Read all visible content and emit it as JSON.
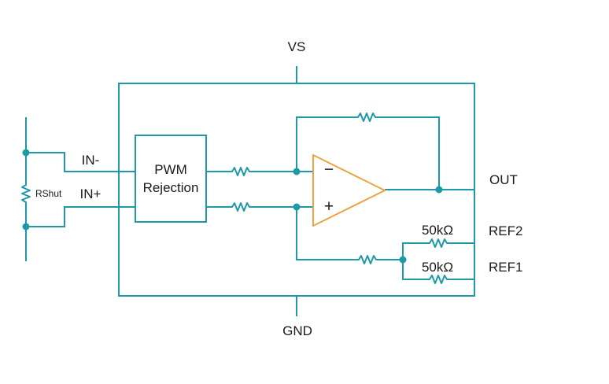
{
  "diagram": {
    "pins": {
      "vs": "VS",
      "gnd": "GND",
      "in_minus": "IN-",
      "in_plus": "IN+",
      "out": "OUT",
      "ref2": "REF2",
      "ref1": "REF1"
    },
    "components": {
      "shunt_label": "RShut",
      "pwm_block_line1": "PWM",
      "pwm_block_line2": "Rejection",
      "ref2_resistor_value": "50kΩ",
      "ref1_resistor_value": "50kΩ",
      "opamp_inverting": "−",
      "opamp_noninverting": "+"
    },
    "colors": {
      "wire": "#1E99A8",
      "opamp_outline": "#EFA143",
      "text": "#1A1A1A",
      "background": "#FFFFFF"
    }
  }
}
